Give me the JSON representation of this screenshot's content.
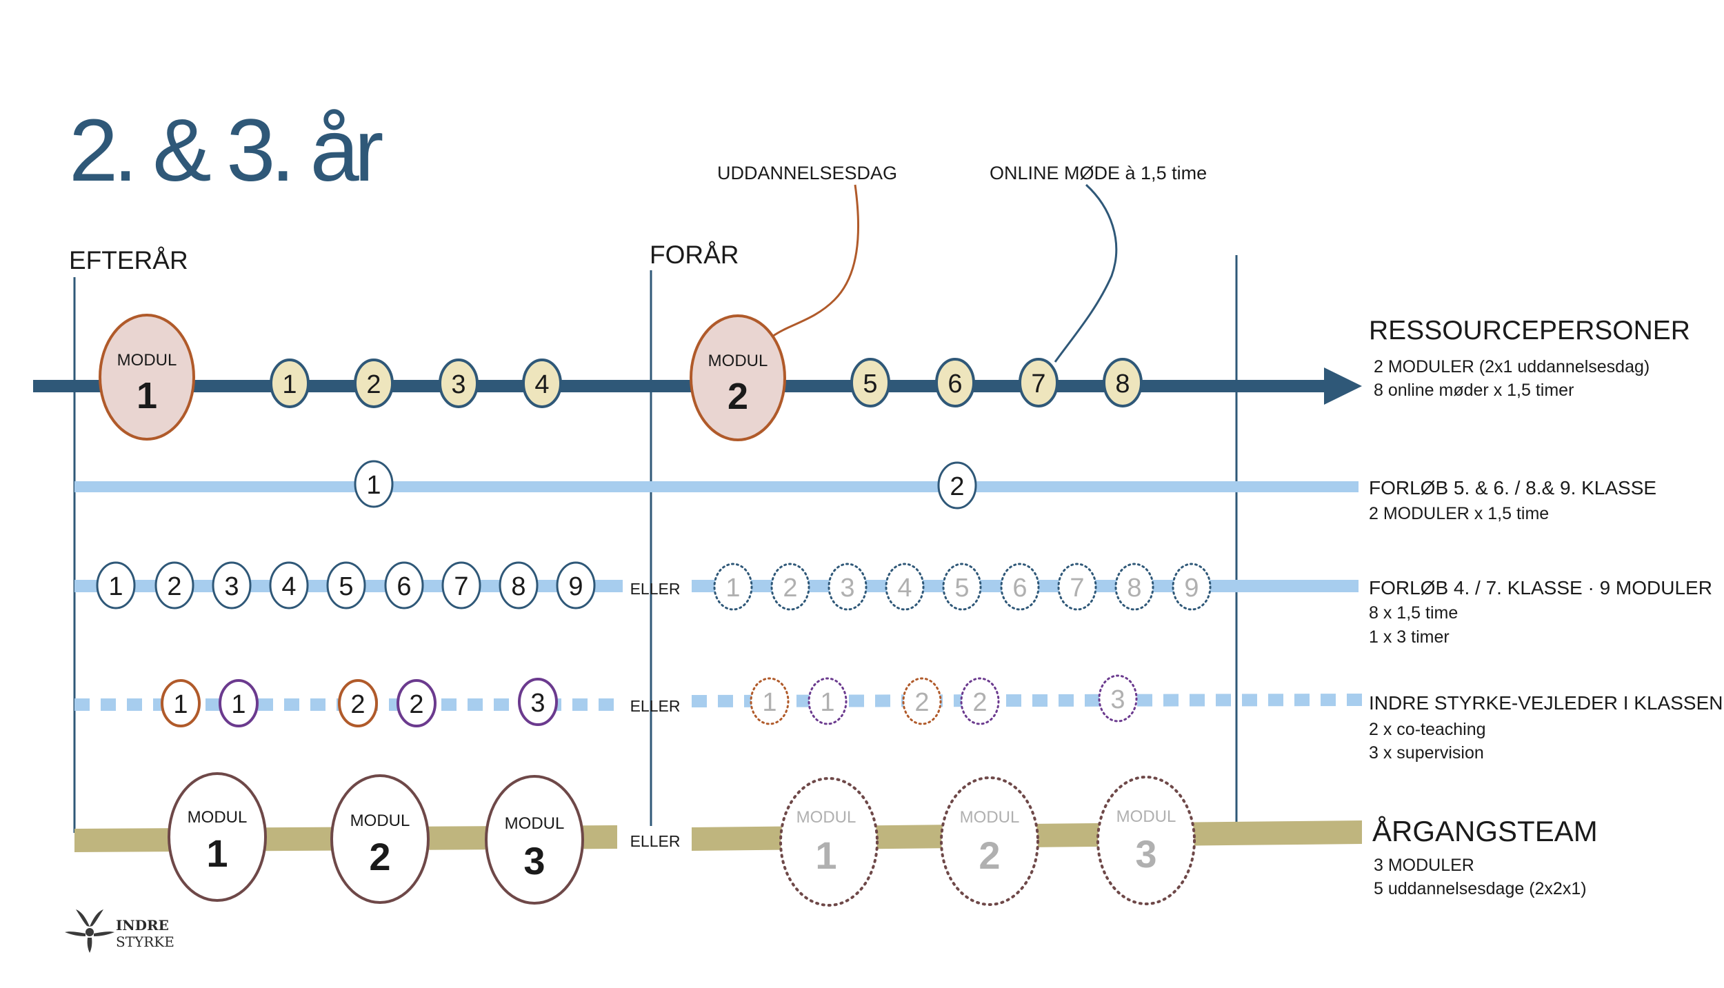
{
  "title": "2. & 3. år",
  "seasons": {
    "autumn": "EFTERÅR",
    "spring": "FORÅR"
  },
  "callouts": {
    "training_day": "UDDANNELSESDAG",
    "online_meeting": "ONLINE MØDE à 1,5 time"
  },
  "or_label": "ELLER",
  "module_word": "MODUL",
  "colors": {
    "navy": "#2f5878",
    "dark_text": "#1a1a1a",
    "egg_fill": "#e9d5d1",
    "egg_border": "#b05a2a",
    "cream_fill": "#eee5bd",
    "light_blue": "#a7cdee",
    "olive": "#bfb57e",
    "orange_ring": "#b05a2a",
    "purple_ring": "#6b3a8e",
    "brown_ring": "#6e4848",
    "faded_text": "#b0b0b0"
  },
  "rows": {
    "ressourcepersoner": {
      "label": "RESSOURCEPERSONER",
      "details": [
        "2 MODULER (2x1 uddannelsesdag)",
        "8 online møder x 1,5 timer"
      ],
      "modules": [
        "1",
        "2"
      ],
      "meetings": [
        "1",
        "2",
        "3",
        "4",
        "5",
        "6",
        "7",
        "8"
      ]
    },
    "forloeb_5_6": {
      "label": "FORLØB 5. & 6. / 8.& 9. KLASSE",
      "details": [
        "2 MODULER x  1,5 time"
      ],
      "items": [
        "1",
        "2"
      ]
    },
    "forloeb_4_7": {
      "label": "FORLØB 4. / 7. KLASSE · 9 MODULER",
      "details": [
        "8 x  1,5 time",
        "1 x 3 timer"
      ],
      "items": [
        "1",
        "2",
        "3",
        "4",
        "5",
        "6",
        "7",
        "8",
        "9"
      ]
    },
    "vejleder": {
      "label": "INDRE STYRKE-VEJLEDER I KLASSEN",
      "details": [
        "2 x co-teaching",
        "3 x supervision"
      ],
      "items": [
        {
          "n": "1",
          "kind": "co-teaching"
        },
        {
          "n": "1",
          "kind": "supervision"
        },
        {
          "n": "2",
          "kind": "co-teaching"
        },
        {
          "n": "2",
          "kind": "supervision"
        },
        {
          "n": "3",
          "kind": "supervision"
        }
      ]
    },
    "aargangsteam": {
      "label": "ÅRGANGSTEAM",
      "details": [
        "3 MODULER",
        "5 uddannelsesdage (2x2x1)"
      ],
      "modules": [
        "1",
        "2",
        "3"
      ]
    }
  },
  "logo": {
    "line1": "INDRE",
    "line2": "STYRKE"
  }
}
